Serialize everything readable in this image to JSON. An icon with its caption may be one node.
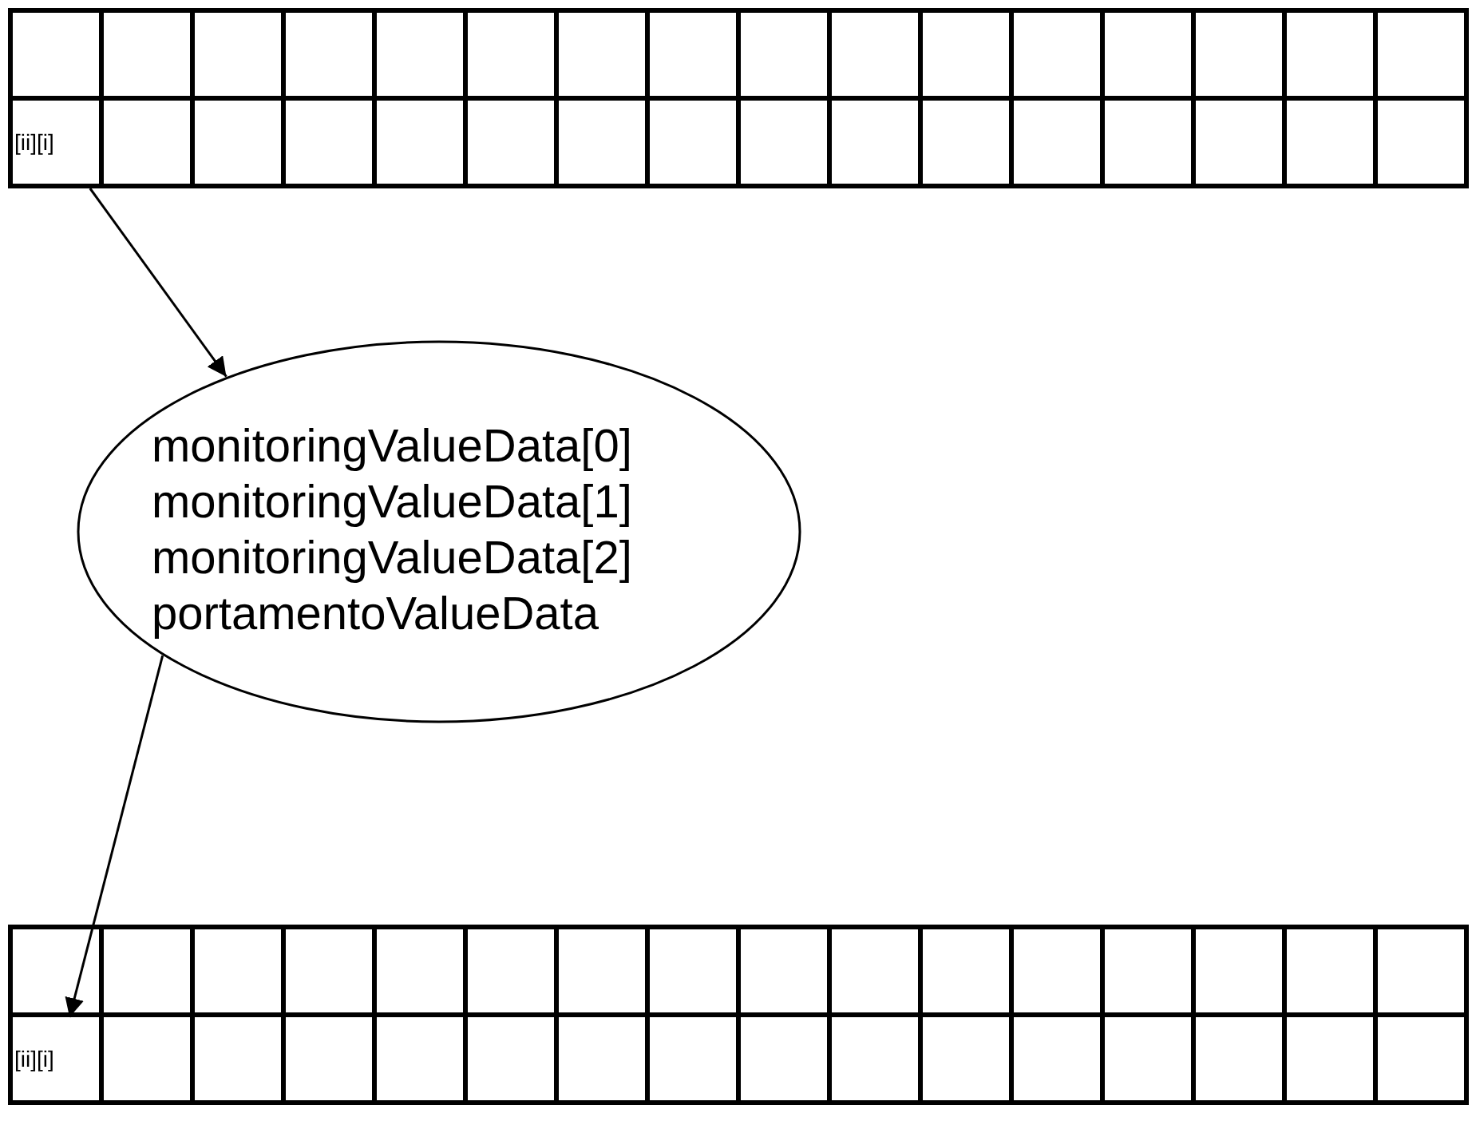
{
  "diagram": {
    "nodes": [
      {
        "text": [],
        "shape": "box"
      },
      {
        "text": [
          "[ii][i]"
        ],
        "in": 0
      },
      {
        "text": [
          "monitoringValueData[0]",
          "monitoringValueData[1]",
          "monitoringValueData[2]",
          "portamentoValueData"
        ]
      },
      {
        "text": [],
        "shape": "box"
      },
      {
        "text": [
          "[ii][i]"
        ],
        "in": 3
      }
    ],
    "edges": [
      {
        "from": 1,
        "to": 2,
        "arrow": "to"
      },
      {
        "from": 2,
        "to": 4,
        "arrow": "to"
      }
    ]
  }
}
